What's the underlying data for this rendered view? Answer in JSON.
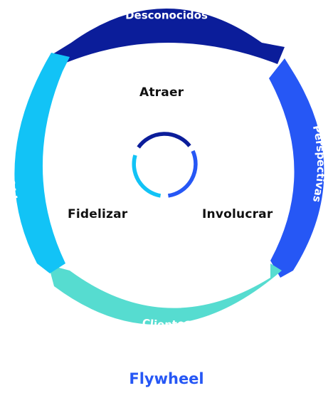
{
  "diagram": {
    "outer_ring": [
      {
        "label": "Desconocidos",
        "color": "#0b1d9a"
      },
      {
        "label": "Perspectivas",
        "color": "#2657f5"
      },
      {
        "label": "Clientes",
        "color": "#56dcd0"
      },
      {
        "label": "Promotores",
        "color": "#12c3f6"
      }
    ],
    "stages": {
      "attract": "Atraer",
      "engage": "Involucrar",
      "delight": "Fidelizar"
    },
    "inner_ring_colors": [
      "#0b1d9a",
      "#2657f5",
      "#12c3f6"
    ],
    "text_color": "#111111",
    "title": "Flywheel",
    "title_color": "#2657f5"
  }
}
